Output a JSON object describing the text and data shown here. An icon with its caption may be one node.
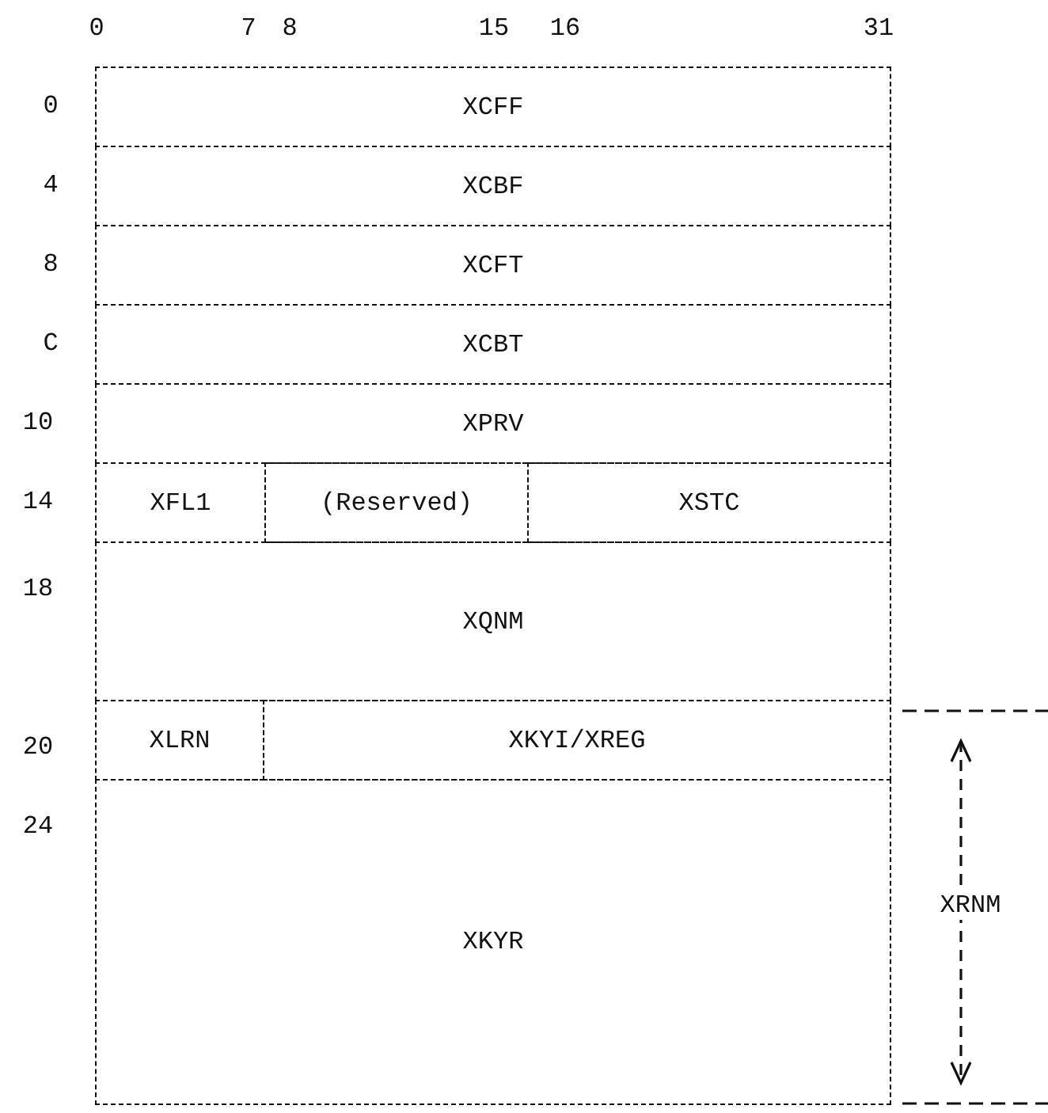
{
  "diagram": {
    "nodes": [
      {
        "text": [
          "XCFF"
        ]
      },
      {
        "text": [
          "XCBF"
        ]
      },
      {
        "text": [
          "XCFT"
        ]
      },
      {
        "text": [
          "XCBT"
        ]
      },
      {
        "text": [
          "XPRV"
        ]
      },
      {
        "text": [
          "XFL1"
        ]
      },
      {
        "text": [
          "(Reserved)"
        ]
      },
      {
        "text": [
          "XSTC"
        ]
      },
      {
        "text": [
          "XQNM"
        ]
      },
      {
        "text": [
          "XLRN"
        ]
      },
      {
        "text": [
          "XKYI/XREG"
        ]
      },
      {
        "text": [
          "XKYR"
        ]
      }
    ],
    "labels": [
      "0",
      "7",
      "8",
      "15",
      "16",
      "31",
      "0",
      "4",
      "8",
      "C",
      "10",
      "14",
      "18",
      "20",
      "24",
      "XRNM"
    ]
  }
}
